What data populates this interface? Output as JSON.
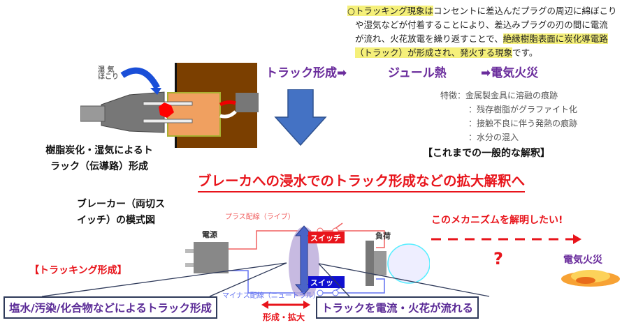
{
  "definition": {
    "line1_highlight": "○トラッキング現象は",
    "line1_rest": "コンセントに差込んだプラグの周辺に綿ぼこり",
    "line2": "や湿気などが付着することにより、差込みプラグの刃の間に電流",
    "line3_plain": "が流れ、火花放電を繰り返すことで、",
    "line3_highlight": "絶縁樹脂表面に炭化導電路",
    "line4_highlight": "（トラック）が形成され、発火する現象",
    "line4_rest": "です。"
  },
  "flow": {
    "step1": "トラック形成➡",
    "step2": "ジュール熱",
    "step3": "➡電気火災"
  },
  "plug_figure": {
    "label_moisture": "湿 気",
    "label_dust": "ほこり",
    "caption_line1": "樹脂炭化・湿気によるト",
    "caption_line2": "ラック（伝導路）形成"
  },
  "features": {
    "items": [
      "特徴：金属製金具に溶融の痕跡",
      "：残存樹脂がグラファイト化",
      "：接触不良に伴う発熱の痕跡",
      "：水分の混入"
    ],
    "heading": "【これまでの一般的な解釈】"
  },
  "main_title": "ブレーカへの浸水でのトラック形成などの拡大解釈へ",
  "breaker": {
    "caption_line1": "ブレーカー（両切ス",
    "caption_line2": "イッチ）の模式図",
    "power_label": "電源",
    "plus_wire": "プラス配線（ライブ）",
    "minus_wire": "マイナス配線（ニュートラル）",
    "switch_top": "スイッチ",
    "switch_bottom": "スイッ",
    "load_label": "負荷",
    "tracking_label": "【トラッキング形成】",
    "callout_left": "塩水/汚染/化合物などによるトラック形成",
    "callout_right": "トラックを電流・火花が流れる",
    "expand_label": "形成・拡大"
  },
  "mechanism": {
    "text": "このメカニズムを解明したい!",
    "question": "?",
    "result": "電気火災"
  },
  "colors": {
    "purple": "#6a2c9c",
    "red": "#e8141b",
    "blue": "#4472c4",
    "brown": "#7b3f00"
  }
}
